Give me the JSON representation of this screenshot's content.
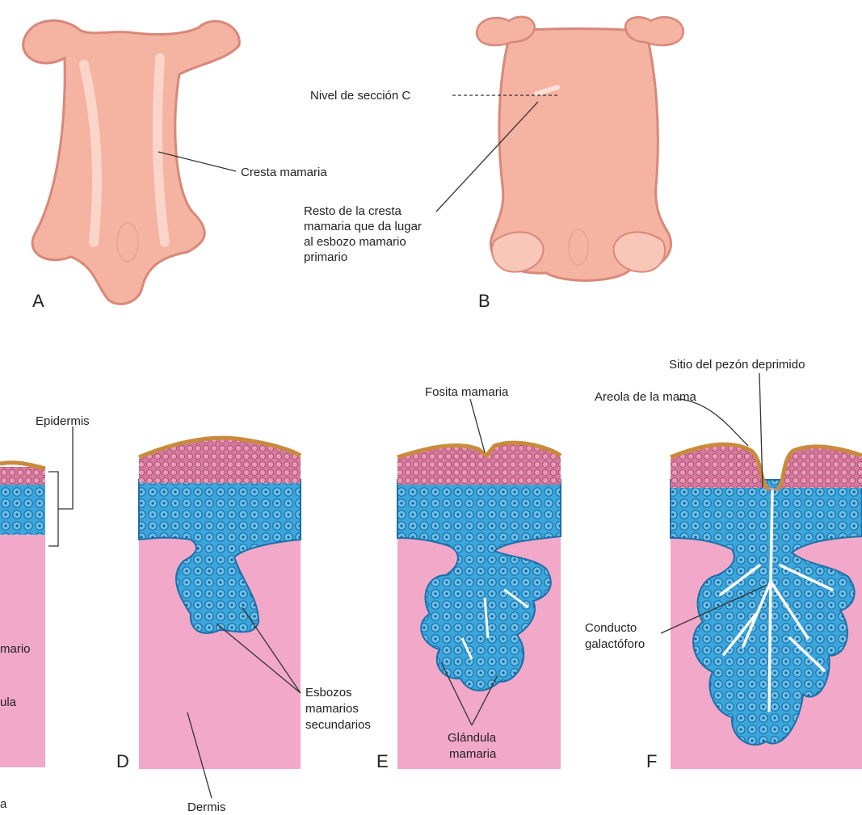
{
  "colors": {
    "embryo_skin": "#f5b3a1",
    "embryo_outline": "#d8887a",
    "dermis": "#f2a8c8",
    "epithelium": "#3aa6dc",
    "epithelium_dark": "#1b6fa8",
    "basal_layer": "#c86a8a",
    "surface": "#c98a3c"
  },
  "panels": {
    "a": {
      "letter": "A",
      "ridge_label": "Cresta mamaria"
    },
    "b": {
      "letter": "B",
      "section_label": "Nivel de sección C",
      "remnant_label": [
        "Resto de la cresta",
        "mamaria que da lugar",
        "al esbozo mamario",
        "primario"
      ]
    },
    "c": {
      "epidermis_label": "Epidermis",
      "partial_labels": [
        "mario",
        "ula",
        "a"
      ]
    },
    "d": {
      "letter": "D",
      "secondary_buds_label": [
        "Esbozos",
        "mamarios",
        "secundarios"
      ],
      "dermis_label": "Dermis"
    },
    "e": {
      "letter": "E",
      "pit_label": "Fosita mamaria",
      "gland_label": [
        "Glándula",
        "mamaria"
      ]
    },
    "f": {
      "letter": "F",
      "nipple_label": "Sitio del pezón deprimido",
      "areola_label": "Areola de la mama",
      "duct_label": [
        "Conducto",
        "galactóforo"
      ]
    }
  }
}
